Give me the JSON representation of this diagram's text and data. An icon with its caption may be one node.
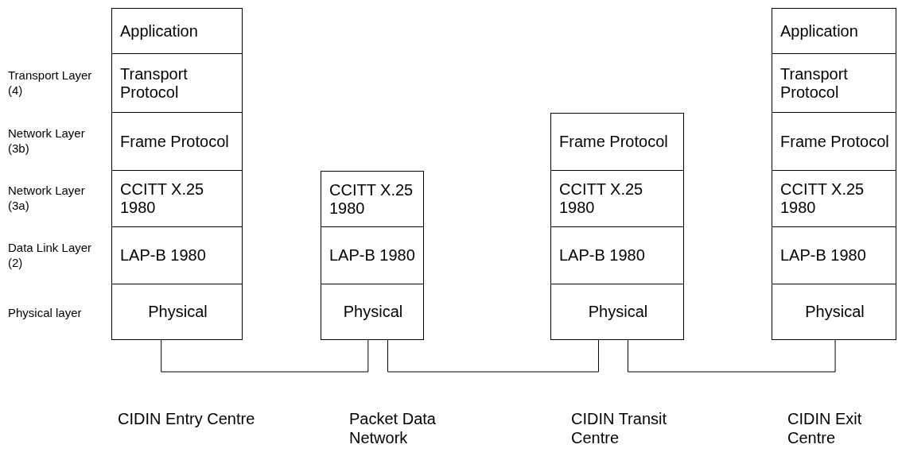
{
  "diagram": {
    "nodes": [
      {
        "text": [
          "CIDIN Entry Centre"
        ]
      },
      {
        "text": [
          "Application"
        ],
        "in": 0
      },
      {
        "text": [
          "Transport Protocol"
        ],
        "in": 0
      },
      {
        "text": [
          "Frame Protocol"
        ],
        "in": 0
      },
      {
        "text": [
          "CCITT X.25 1980"
        ],
        "in": 0
      },
      {
        "text": [
          "LAP-B 1980"
        ],
        "in": 0
      },
      {
        "text": [
          "Physical"
        ],
        "in": 0
      },
      {
        "text": [
          "Packet Data Network"
        ]
      },
      {
        "text": [
          "CCITT X.25 1980"
        ],
        "in": 7
      },
      {
        "text": [
          "LAP-B 1980"
        ],
        "in": 7
      },
      {
        "text": [
          "Physical"
        ],
        "in": 7
      },
      {
        "text": [
          "CIDIN Transit Centre"
        ]
      },
      {
        "text": [
          "Frame Protocol"
        ],
        "in": 11
      },
      {
        "text": [
          "CCITT X.25 1980"
        ],
        "in": 11
      },
      {
        "text": [
          "LAP-B 1980"
        ],
        "in": 11
      },
      {
        "text": [
          "Physical"
        ],
        "in": 11
      },
      {
        "text": [
          "CIDIN Exit Centre"
        ]
      },
      {
        "text": [
          "Application"
        ],
        "in": 16
      },
      {
        "text": [
          "Transport Protocol"
        ],
        "in": 16
      },
      {
        "text": [
          "Frame Protocol"
        ],
        "in": 16
      },
      {
        "text": [
          "CCITT X.25 1980"
        ],
        "in": 16
      },
      {
        "text": [
          "LAP-B 1980"
        ],
        "in": 16
      },
      {
        "text": [
          "Physical"
        ],
        "in": 16
      }
    ],
    "edges": [
      {
        "from": 6,
        "to": 10,
        "arrow": "none"
      },
      {
        "from": 10,
        "to": 15,
        "arrow": "none"
      },
      {
        "from": 15,
        "to": 22,
        "arrow": "none"
      }
    ],
    "labels": [
      "Transport Layer (4)",
      "Network Layer (3b)",
      "Network Layer (3a)",
      "Data Link Layer (2)",
      "Physical layer"
    ]
  }
}
